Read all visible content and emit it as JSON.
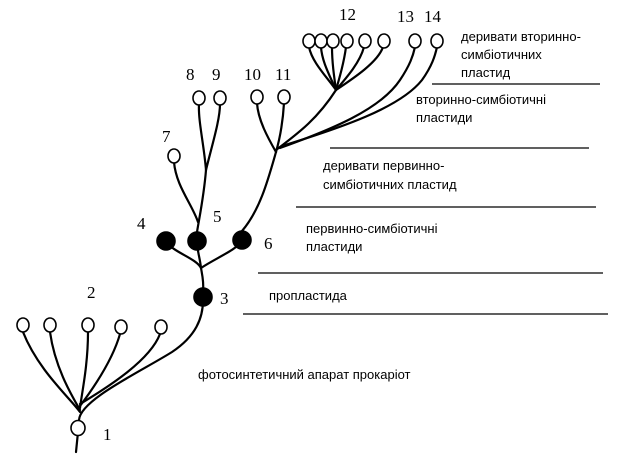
{
  "numbers": {
    "n1": "1",
    "n2": "2",
    "n3": "3",
    "n4": "4",
    "n5": "5",
    "n6": "6",
    "n7": "7",
    "n8": "8",
    "n9": "9",
    "n10": "10",
    "n11": "11",
    "n12": "12",
    "n13": "13",
    "n14": "14"
  },
  "levels": {
    "secondary_derivatives": [
      "деривати вторинно-",
      "симбіотичних",
      "пластид"
    ],
    "secondary": [
      "вторинно-симбіотичні",
      "пластиди"
    ],
    "primary_derivatives": [
      "деривати первинно-",
      "симбіотичних пластид"
    ],
    "primary": [
      "первинно-симбіотичні",
      "пластиди"
    ],
    "proplastid": [
      "пропластида"
    ],
    "prokaryote": [
      "фотосинтетичний апарат прокаріот"
    ]
  },
  "node_colors": {
    "open": "#ffffff",
    "filled": "#000000",
    "stroke": "#000000"
  }
}
